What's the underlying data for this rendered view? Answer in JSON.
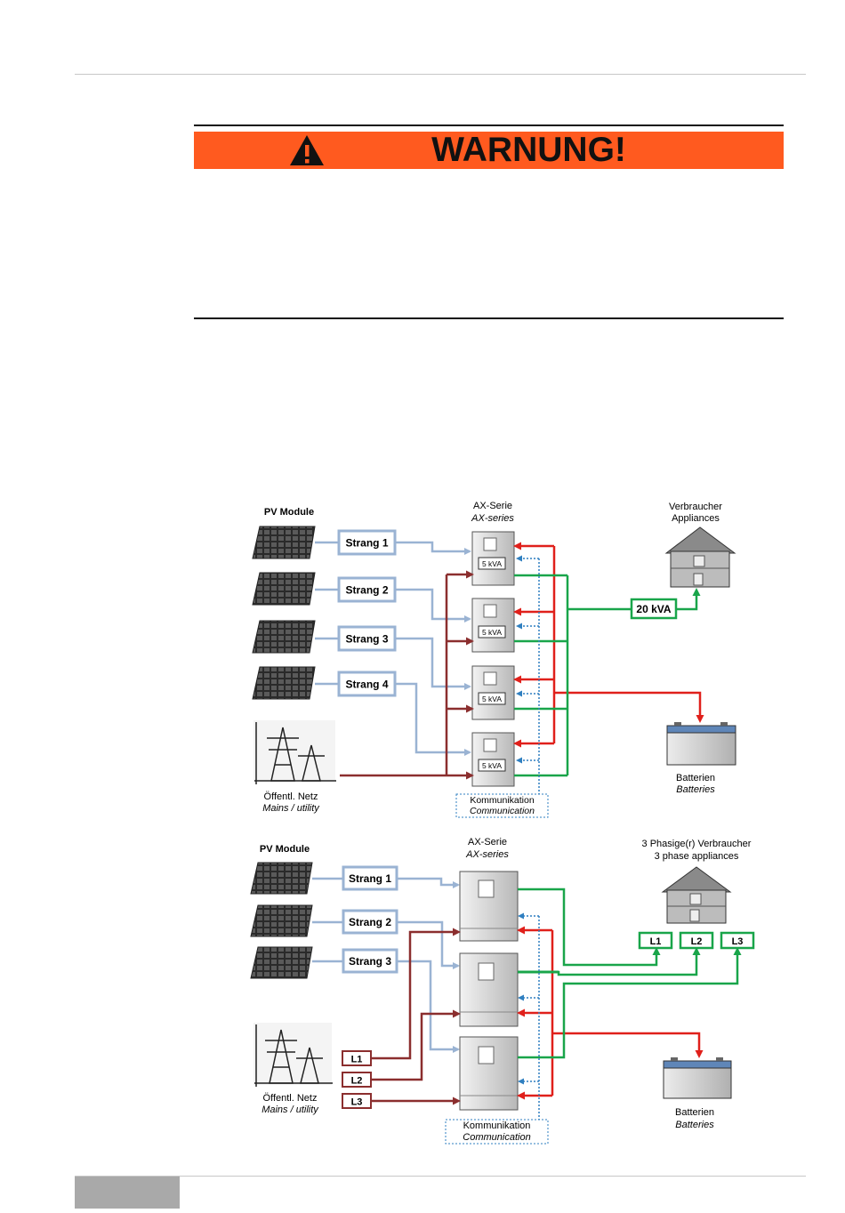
{
  "warning": {
    "title": "WARNUNG!",
    "icon": "warning-triangle-icon"
  },
  "diagram1": {
    "pv_label": "PV Module",
    "inverter_title": "AX-Serie",
    "inverter_subtitle": "AX-series",
    "strings": [
      "Strang 1",
      "Strang 2",
      "Strang 3",
      "Strang 4"
    ],
    "inverter_ratings": [
      "5 kVA",
      "5 kVA",
      "5 kVA",
      "5 kVA"
    ],
    "appliances_title": "Verbraucher",
    "appliances_subtitle": "Appliances",
    "output_label": "20 kVA",
    "battery_title": "Batterien",
    "battery_subtitle": "Batteries",
    "grid_title": "Öffentl. Netz",
    "grid_subtitle": "Mains / utility",
    "comm_title": "Kommunikation",
    "comm_subtitle": "Communication"
  },
  "diagram2": {
    "pv_label": "PV Module",
    "inverter_title": "AX-Serie",
    "inverter_subtitle": "AX-series",
    "strings": [
      "Strang 1",
      "Strang 2",
      "Strang 3"
    ],
    "appliances_title": "3 Phasige(r) Verbraucher",
    "appliances_subtitle": "3 phase appliances",
    "phases_out": [
      "L1",
      "L2",
      "L3"
    ],
    "phases_in": [
      "L1",
      "L2",
      "L3"
    ],
    "battery_title": "Batterien",
    "battery_subtitle": "Batteries",
    "grid_title": "Öffentl. Netz",
    "grid_subtitle": "Mains / utility",
    "comm_title": "Kommunikation",
    "comm_subtitle": "Communication"
  },
  "colors": {
    "warning_orange": "#ff5a1f",
    "pv_line": "#9ab3d3",
    "grid_line": "#8b2e2e",
    "battery_line": "#e0201b",
    "output_line": "#19a54a",
    "comm_line": "#2f7fc0"
  }
}
